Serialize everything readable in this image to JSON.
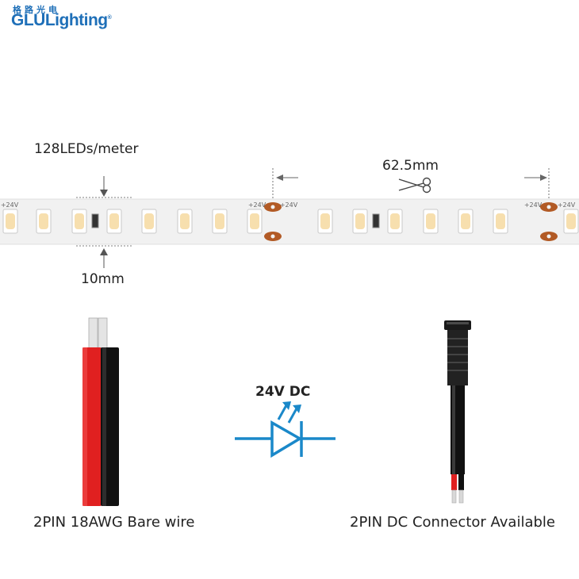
{
  "brand": {
    "chinese_name": "格路光电",
    "name": "GLULighting",
    "registered_mark": "®"
  },
  "strip": {
    "density_label": "128LEDs/meter",
    "width_label": "10mm",
    "cut_length_label": "62.5mm",
    "pad_label": "+24V",
    "scissors_icon": "scissors-icon",
    "colors": {
      "strip": "#f1f1f1",
      "pad": "#b25a25",
      "led_chip": "#f7dfae"
    }
  },
  "diode": {
    "voltage_label": "24V DC",
    "icon": "led-diode-icon",
    "color": "#1a88c9"
  },
  "wire": {
    "label": "2PIN 18AWG Bare wire",
    "colors": {
      "red": "#e02020",
      "black": "#111111"
    }
  },
  "connector": {
    "label": "2PIN DC Connector Available"
  }
}
